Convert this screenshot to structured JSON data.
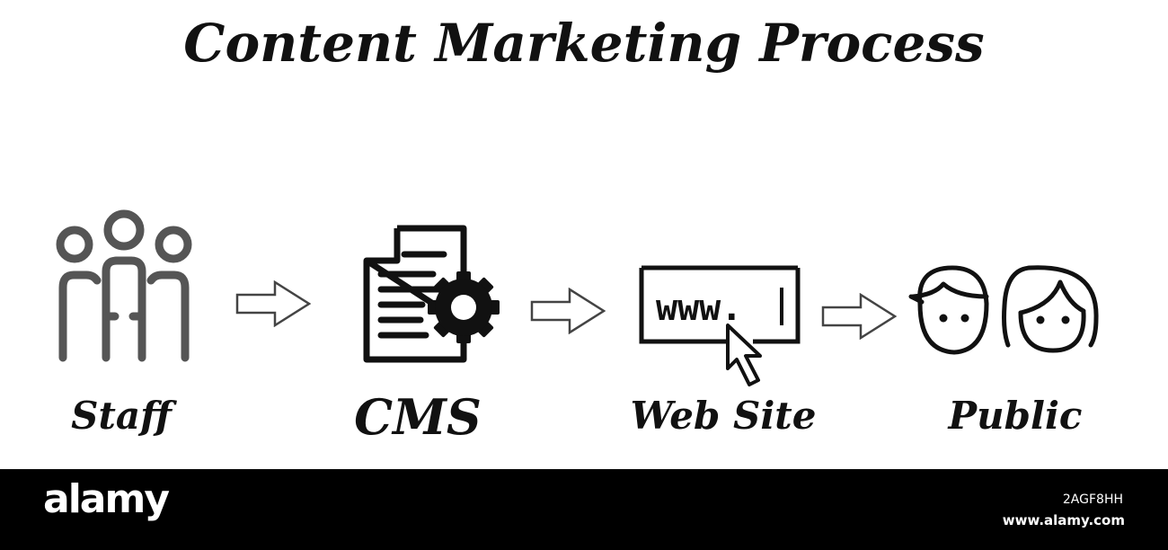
{
  "title": "Content Marketing Process",
  "steps": [
    {
      "label": "Staff",
      "icon": "group-of-people-icon"
    },
    {
      "label": "CMS",
      "icon": "document-gear-icon"
    },
    {
      "label": "Web Site",
      "icon": "browser-url-cursor-icon"
    },
    {
      "label": "Public",
      "icon": "man-woman-faces-icon"
    }
  ],
  "website_icon_text": "www.",
  "footer": {
    "brand": "alamy",
    "image_id": "2AGF8HH",
    "site": "www.alamy.com"
  },
  "colors": {
    "text": "#111111",
    "arrow_stroke": "#444444",
    "footer_bg": "#000000"
  }
}
